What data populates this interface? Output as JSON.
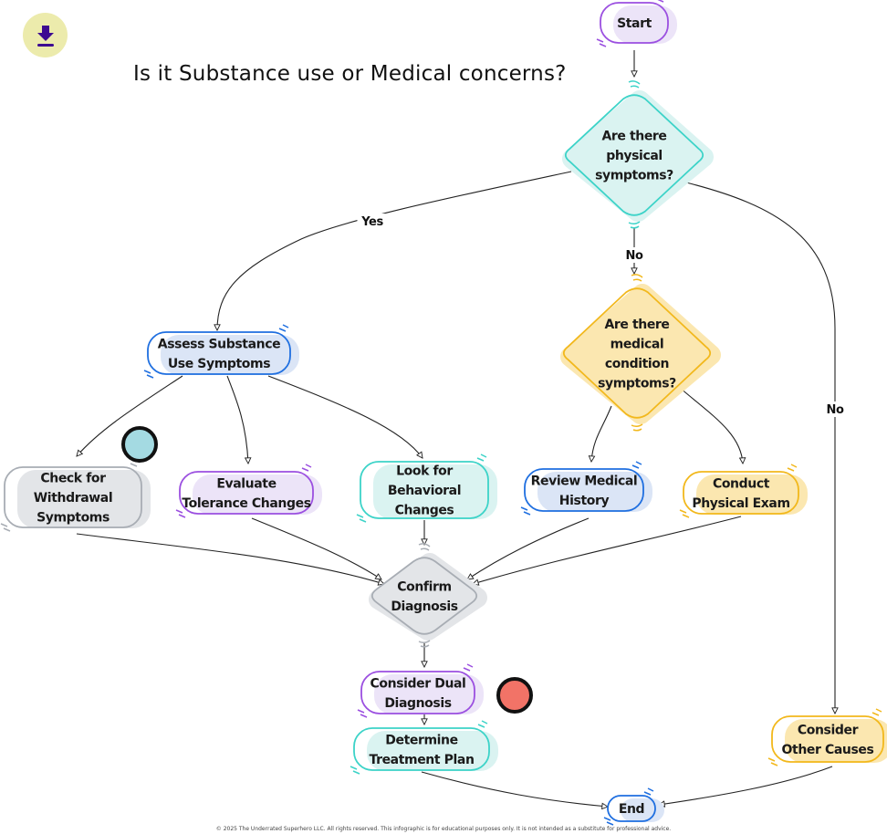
{
  "header": {
    "title": "Is it Substance use or Medical concerns?",
    "download_icon": "download-icon",
    "download_color": "#3d0a91",
    "download_bg": "#ecebac"
  },
  "palette": {
    "purple": {
      "stroke": "#9b4fe0",
      "fill": "#ece4f8"
    },
    "teal": {
      "stroke": "#3cd3c8",
      "fill": "#daf3f1"
    },
    "blue": {
      "stroke": "#1f6fe0",
      "fill": "#dbe5f6"
    },
    "yellow": {
      "stroke": "#f2b81c",
      "fill": "#fbe7b0"
    },
    "gray": {
      "stroke": "#a8adb4",
      "fill": "#e3e5e8"
    }
  },
  "nodes": [
    {
      "id": "start",
      "shape": "rect",
      "color": "purple",
      "lines": [
        "Start"
      ]
    },
    {
      "id": "physical",
      "shape": "diamond",
      "color": "teal",
      "lines": [
        "Are there",
        "physical",
        "symptoms?"
      ]
    },
    {
      "id": "assess",
      "shape": "rect",
      "color": "blue",
      "lines": [
        "Assess Substance",
        "Use Symptoms"
      ]
    },
    {
      "id": "medical",
      "shape": "diamond",
      "color": "yellow",
      "lines": [
        "Are there",
        "medical",
        "condition",
        "symptoms?"
      ]
    },
    {
      "id": "withdrawal",
      "shape": "rect",
      "color": "gray",
      "lines": [
        "Check for",
        "Withdrawal",
        "Symptoms"
      ]
    },
    {
      "id": "tolerance",
      "shape": "rect",
      "color": "purple",
      "lines": [
        "Evaluate",
        "Tolerance Changes"
      ]
    },
    {
      "id": "behavioral",
      "shape": "rect",
      "color": "teal",
      "lines": [
        "Look for",
        "Behavioral",
        "Changes"
      ]
    },
    {
      "id": "history",
      "shape": "rect",
      "color": "blue",
      "lines": [
        "Review Medical",
        "History"
      ]
    },
    {
      "id": "exam",
      "shape": "rect",
      "color": "yellow",
      "lines": [
        "Conduct",
        "Physical Exam"
      ]
    },
    {
      "id": "confirm",
      "shape": "diamond",
      "color": "gray",
      "lines": [
        "Confirm",
        "Diagnosis"
      ]
    },
    {
      "id": "dual",
      "shape": "rect",
      "color": "purple",
      "lines": [
        "Consider Dual",
        "Diagnosis"
      ]
    },
    {
      "id": "plan",
      "shape": "rect",
      "color": "teal",
      "lines": [
        "Determine",
        "Treatment Plan"
      ]
    },
    {
      "id": "other",
      "shape": "rect",
      "color": "yellow",
      "lines": [
        "Consider",
        "Other Causes"
      ]
    },
    {
      "id": "end",
      "shape": "rect",
      "color": "blue",
      "lines": [
        "End"
      ]
    }
  ],
  "edges": [
    {
      "from": "start",
      "to": "physical",
      "label": ""
    },
    {
      "from": "physical",
      "to": "assess",
      "label": "Yes"
    },
    {
      "from": "physical",
      "to": "medical",
      "label": "No"
    },
    {
      "from": "physical",
      "to": "other",
      "label": "No"
    },
    {
      "from": "assess",
      "to": "withdrawal",
      "label": ""
    },
    {
      "from": "assess",
      "to": "tolerance",
      "label": ""
    },
    {
      "from": "assess",
      "to": "behavioral",
      "label": ""
    },
    {
      "from": "medical",
      "to": "history",
      "label": ""
    },
    {
      "from": "medical",
      "to": "exam",
      "label": ""
    },
    {
      "from": "withdrawal",
      "to": "confirm",
      "label": ""
    },
    {
      "from": "tolerance",
      "to": "confirm",
      "label": ""
    },
    {
      "from": "behavioral",
      "to": "confirm",
      "label": ""
    },
    {
      "from": "history",
      "to": "confirm",
      "label": ""
    },
    {
      "from": "exam",
      "to": "confirm",
      "label": ""
    },
    {
      "from": "confirm",
      "to": "dual",
      "label": ""
    },
    {
      "from": "dual",
      "to": "plan",
      "label": ""
    },
    {
      "from": "plan",
      "to": "end",
      "label": ""
    },
    {
      "from": "other",
      "to": "end",
      "label": ""
    }
  ],
  "markers": [
    {
      "name": "teal-dot-marker",
      "color": "#a4dae2"
    },
    {
      "name": "red-dot-marker",
      "color": "#f27367"
    }
  ],
  "footer": "© 2025 The Underrated Superhero LLC. All rights reserved. This infographic is for educational purposes only. It is not intended as a substitute for professional advice."
}
